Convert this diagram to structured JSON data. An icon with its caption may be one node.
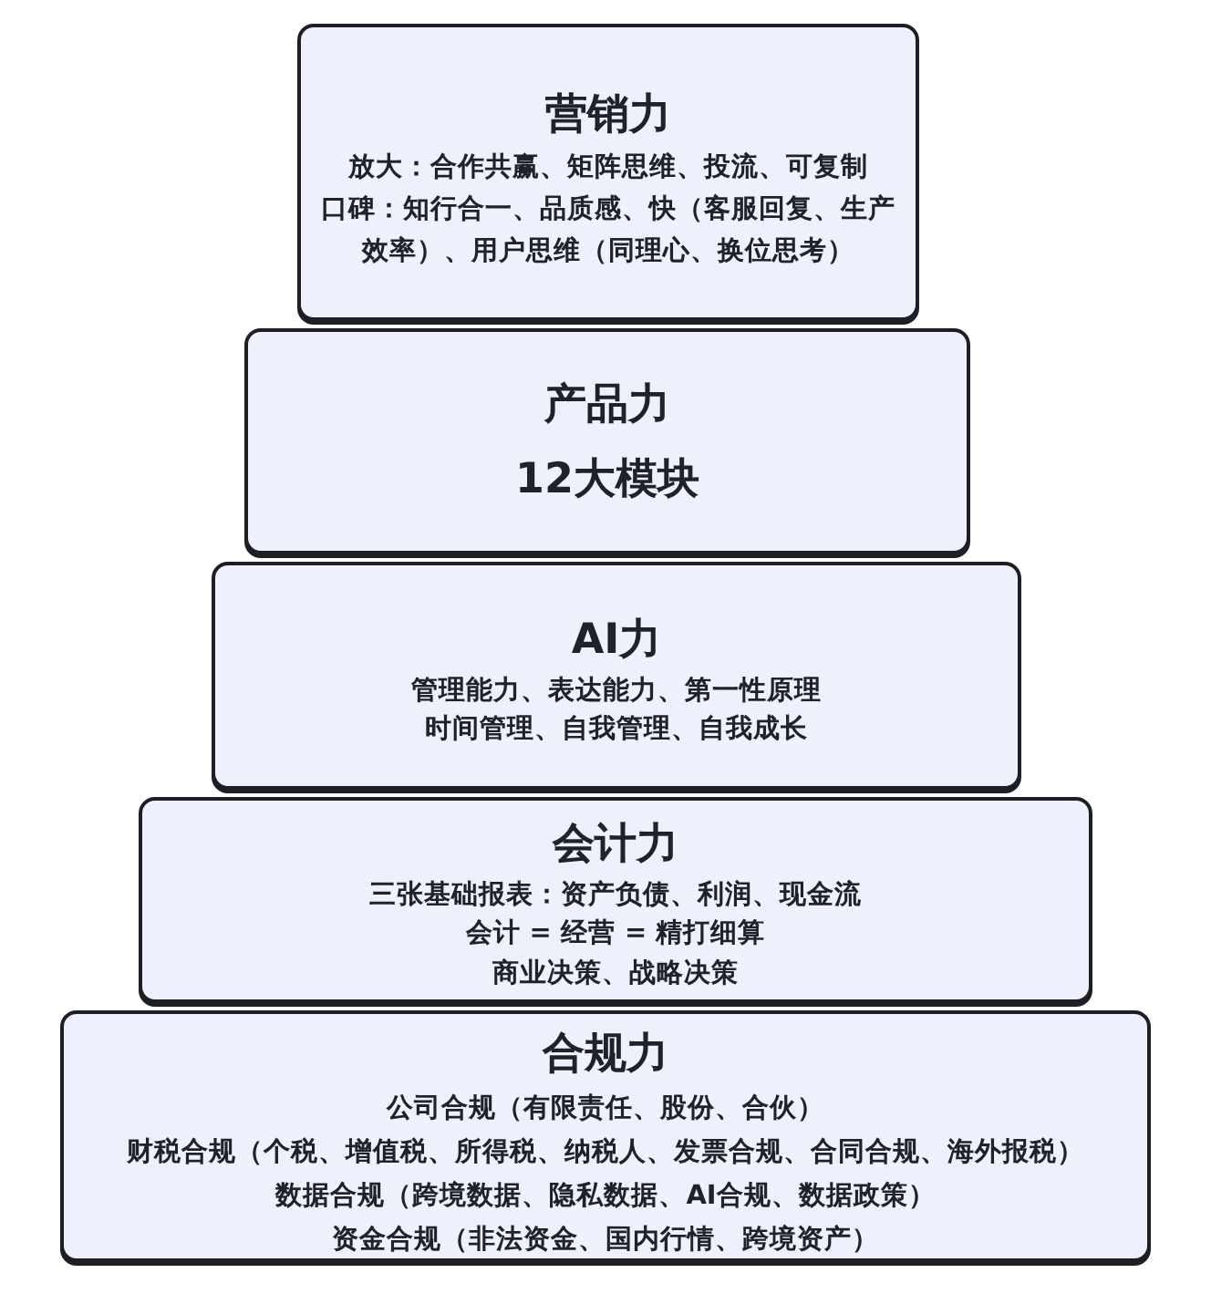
{
  "diagram": {
    "nodes": [
      {
        "text": [
          "营销力",
          "放大：合作共赢、矩阵思维、投流、可复制",
          "口碑：知行合一、品质感、快（客服回复、生产效率）、用户思维（同理心、换位思考）"
        ]
      },
      {
        "text": [
          "产品力",
          "12大模块"
        ]
      },
      {
        "text": [
          "AI力",
          "管理能力、表达能力、第一性原理",
          "时间管理、自我管理、自我成长"
        ]
      },
      {
        "text": [
          "会计力",
          "三张基础报表：资产负债、利润、现金流",
          "会计 = 经营 = 精打细算",
          "商业决策、战略决策"
        ]
      },
      {
        "text": [
          "合规力",
          "公司合规（有限责任、股份、合伙）",
          "财税合规（个税、增值税、所得税、纳税人、发票合规、合同合规、海外报税）",
          "数据合规（跨境数据、隐私数据、AI合规、数据政策）",
          "资金合规（非法资金、国内行情、跨境资产）"
        ]
      }
    ]
  }
}
